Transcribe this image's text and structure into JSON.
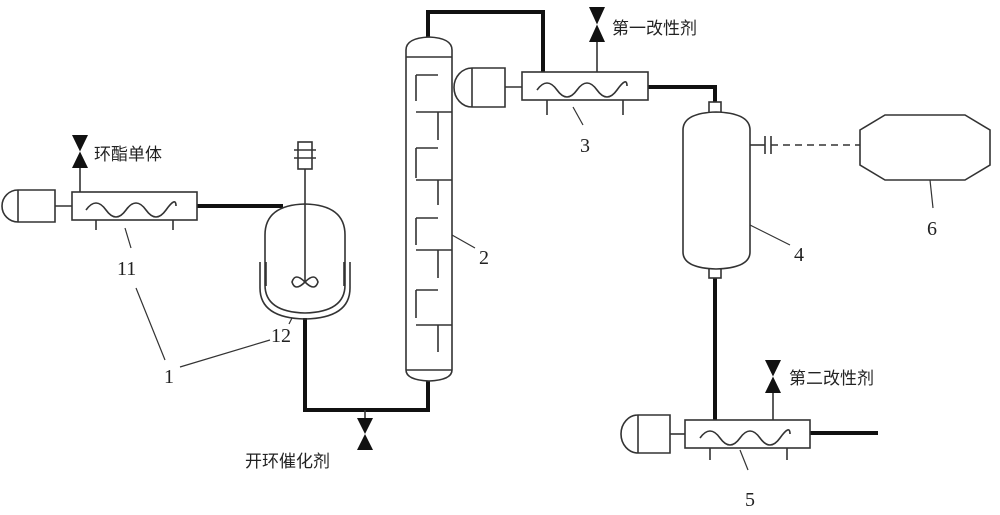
{
  "labels": {
    "monomer": "环酯单体",
    "catalyst": "开环催化剂",
    "modifier1": "第一改性剂",
    "modifier2": "第二改性剂"
  },
  "numbers": {
    "system": "1",
    "extruder_feed": "11",
    "reactor": "12",
    "column": "2",
    "extruder_1": "3",
    "tank": "4",
    "extruder_2": "5",
    "vessel": "6"
  }
}
